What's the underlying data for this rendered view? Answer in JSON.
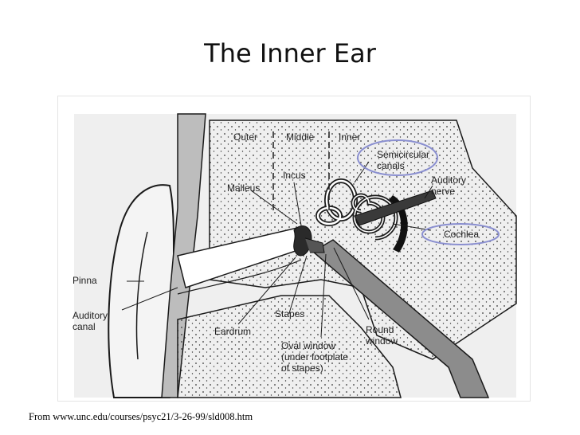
{
  "slide": {
    "title": "The Inner Ear",
    "source": "From www.unc.edu/courses/psyc21/3-26-99/sld008.htm"
  },
  "diagram": {
    "regions": {
      "outer": "Outer",
      "middle": "Middle",
      "inner": "Inner"
    },
    "labels": {
      "semicircular_canals": "Semicircular\ncanals",
      "auditory_nerve": "Auditory\nnerve",
      "incus": "Incus",
      "malleus": "Malleus",
      "cochlea": "Cochlea",
      "pinna": "Pinna",
      "auditory_canal": "Auditory\ncanal",
      "stapes": "Stapes",
      "eardrum": "Eardrum",
      "round_window": "Round\nwindow",
      "oval_window": "Oval window\n(under footplate\nof stapes)"
    },
    "colors": {
      "highlight_ellipse": "#8a8fd0",
      "ink": "#1a1a1a",
      "tissue": "#e8e8e8"
    }
  }
}
